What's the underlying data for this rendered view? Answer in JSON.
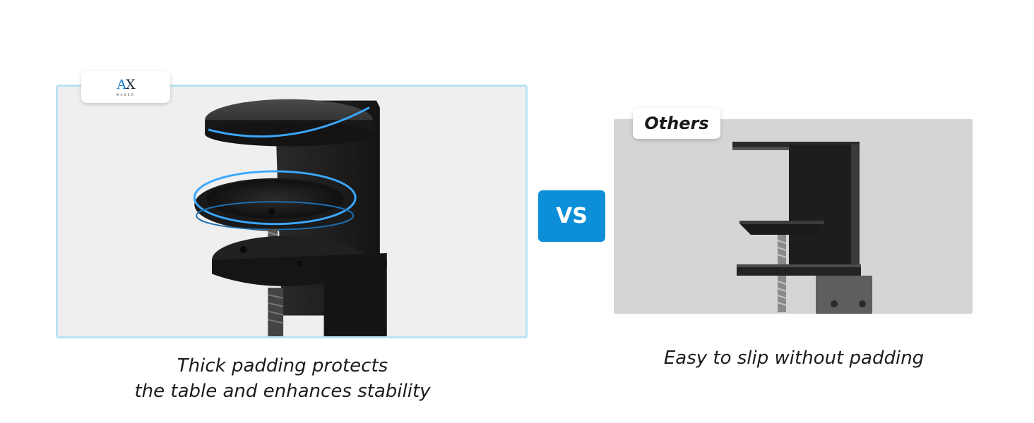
{
  "brand": {
    "mark_a": "A",
    "mark_x": "X",
    "subtitle": "MAKER"
  },
  "left": {
    "caption_line1": "Thick padding protects",
    "caption_line2": "the table and enhances stability"
  },
  "vs": {
    "label": "VS"
  },
  "right": {
    "badge": "Others",
    "caption": "Easy to slip without padding"
  },
  "colors": {
    "accent_blue": "#0c8fd8",
    "panel_border": "#b9e2f2",
    "glow_blue": "#3aa8ff",
    "clamp_black": "#1c1c1c"
  }
}
